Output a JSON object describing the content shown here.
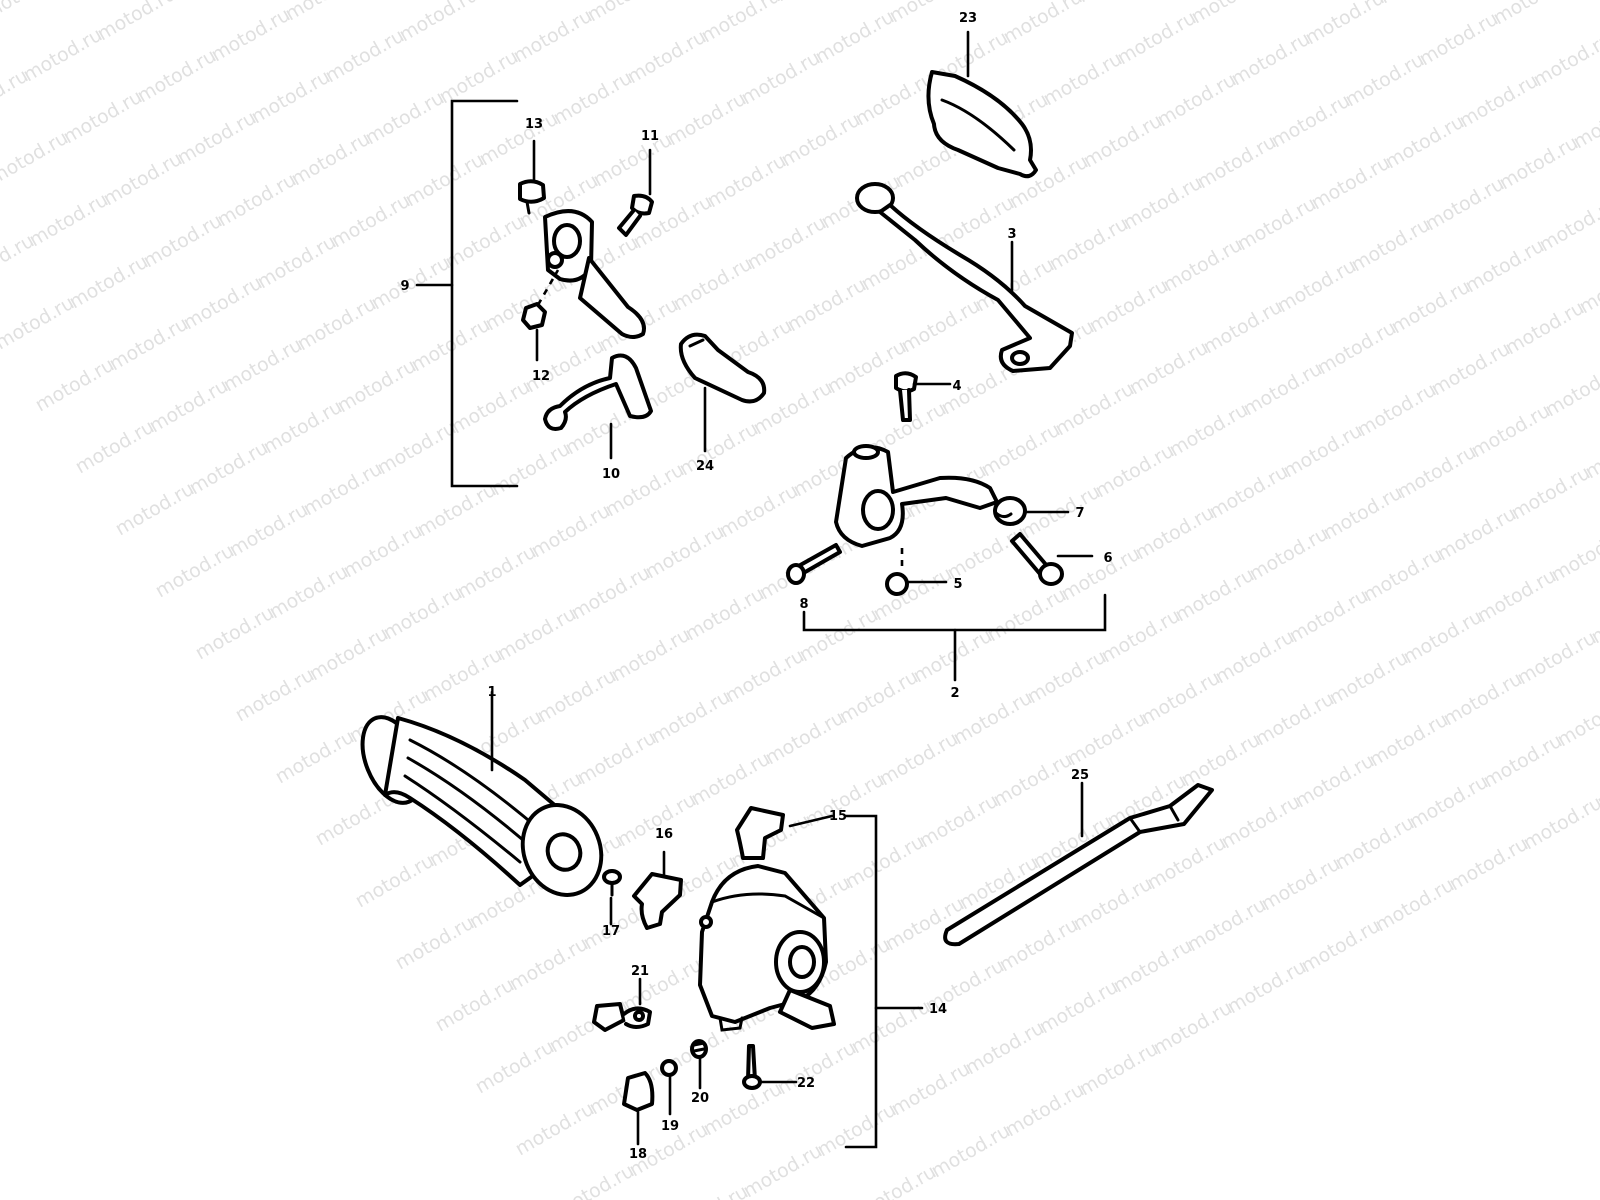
{
  "watermark": "motod.ru",
  "parts": {
    "p1": "1",
    "p2": "2",
    "p3": "3",
    "p4": "4",
    "p5": "5",
    "p6": "6",
    "p7": "7",
    "p8": "8",
    "p9": "9",
    "p10": "10",
    "p11": "11",
    "p12": "12",
    "p13": "13",
    "p14": "14",
    "p15": "15",
    "p16": "16",
    "p17": "17",
    "p18": "18",
    "p19": "19",
    "p20": "20",
    "p21": "21",
    "p22": "22",
    "p23": "23",
    "p24": "24",
    "p25": "25"
  }
}
